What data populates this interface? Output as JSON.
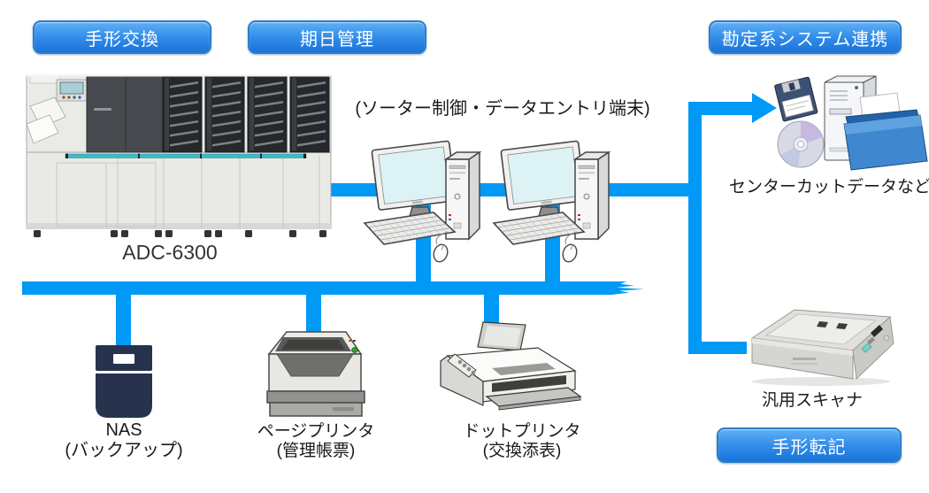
{
  "colors": {
    "line": "#0099f5",
    "badge-top": "#5fb0f5",
    "badge-bottom": "#1a74da",
    "badge-border": "#2e7dc7",
    "nas": "#27334d",
    "text": "#1a1a1a"
  },
  "badges": {
    "bill_exchange": "手形交換",
    "due_date_management": "期日管理",
    "core_system_link": "勘定系システム連携",
    "bill_posting": "手形転記"
  },
  "labels": {
    "sorter_model": "ADC-6300",
    "terminals": "(ソーター制御・データエントリ端末)",
    "center_cut": "センターカットデータなど",
    "scanner": "汎用スキャナ",
    "nas": "NAS",
    "nas_sub": "(バックアップ)",
    "page_printer": "ページプリンタ",
    "page_printer_sub": "(管理帳票)",
    "dot_printer": "ドットプリンタ",
    "dot_printer_sub": "(交換添表)"
  },
  "icons": {
    "sorter": "check-sorter-machine-icon",
    "terminal_left": "desktop-pc-icon",
    "terminal_right": "desktop-pc-icon",
    "server": "server-tower-icon",
    "floppy": "floppy-disk-icon",
    "cd": "cd-disc-icon",
    "folder": "document-folder-icon",
    "nas": "nas-storage-icon",
    "page_printer": "laser-printer-icon",
    "dot_printer": "dot-matrix-printer-icon",
    "scanner": "document-scanner-icon",
    "arrow": "right-arrow-icon"
  }
}
